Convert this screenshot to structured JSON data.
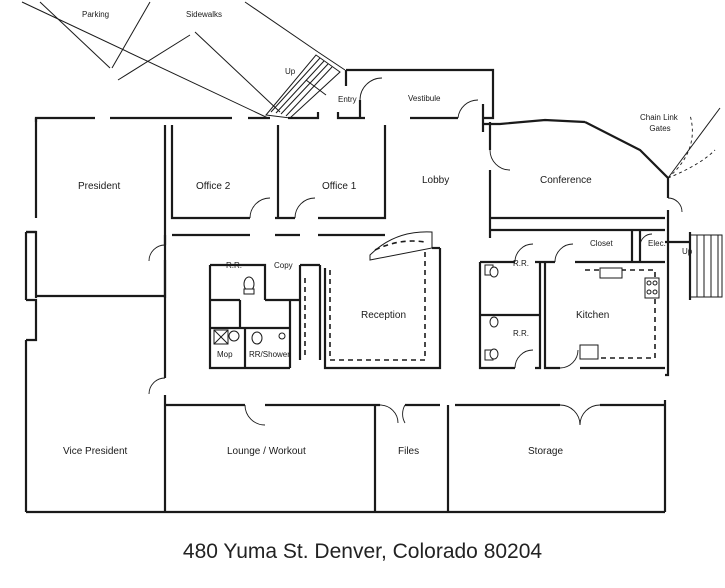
{
  "labels": {
    "parking": "Parking",
    "sidewalks": "Sidewalks",
    "up_top": "Up",
    "entry": "Entry",
    "vestibule": "Vestibule",
    "chain_link_gates": "Chain Link\nGates",
    "president": "President",
    "office2": "Office 2",
    "office1": "Office 1",
    "lobby": "Lobby",
    "conference": "Conference",
    "closet": "Closet",
    "elec": "Elec.",
    "up_right": "Up",
    "rr_left": "R.R.",
    "copy": "Copy",
    "reception": "Reception",
    "rr_right_top": "R.R.",
    "rr_right_bottom": "R.R.",
    "kitchen": "Kitchen",
    "mop": "Mop",
    "rr_shower": "RR/Shower",
    "vice_president": "Vice President",
    "lounge_workout": "Lounge / Workout",
    "files": "Files",
    "storage": "Storage"
  },
  "address": "480 Yuma St.  Denver, Colorado  80204"
}
